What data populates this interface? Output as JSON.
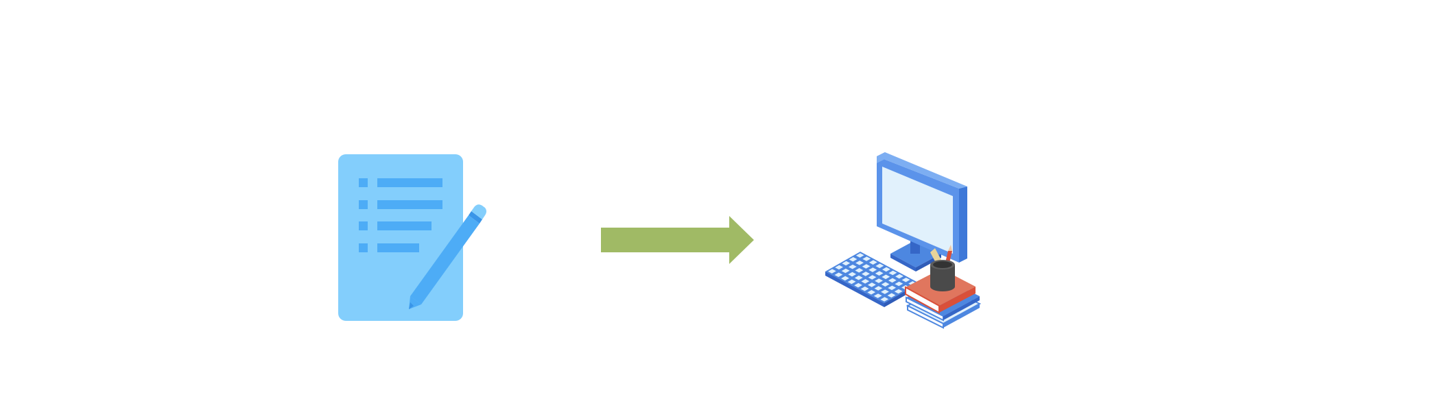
{
  "diagram": {
    "nodes": [
      {
        "id": "document",
        "icon": "document-with-pencil-icon"
      },
      {
        "id": "workstation",
        "icon": "computer-desk-icon"
      }
    ],
    "edges": [
      {
        "from": "document",
        "to": "workstation",
        "style": "block-arrow"
      }
    ]
  },
  "colors": {
    "document_fill": "#83CEFC",
    "document_detail": "#4DACF6",
    "arrow": "#A0BA65",
    "monitor_frame": "#5B93EA",
    "monitor_side": "#3E78D8",
    "monitor_screen": "#E1F1FC",
    "keyboard": "#4D87E0",
    "book_red": "#D9503A",
    "book_blue": "#4D87E0",
    "cup": "#4A4A4A"
  }
}
